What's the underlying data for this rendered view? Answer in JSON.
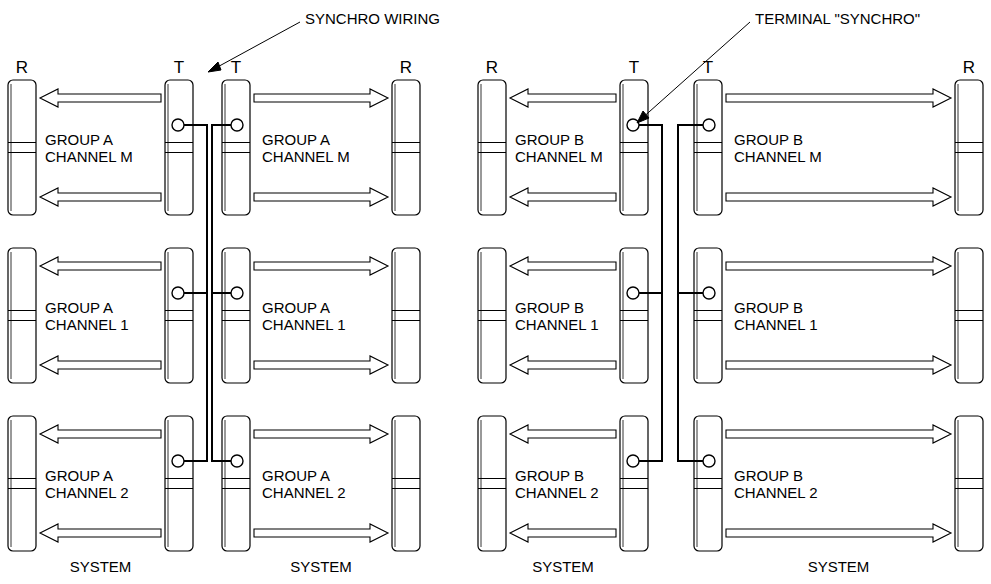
{
  "diagram": {
    "labels": [
      "SYNCHRO WIRING",
      "TERMINAL \"SYNCHRO\"",
      "R",
      "T",
      "T",
      "R",
      "R",
      "T",
      "T",
      "R",
      "GROUP A CHANNEL M",
      "GROUP A CHANNEL M",
      "GROUP B CHANNEL M",
      "GROUP B CHANNEL M",
      "GROUP A CHANNEL 1",
      "GROUP A CHANNEL 1",
      "GROUP B CHANNEL 1",
      "GROUP B CHANNEL 1",
      "GROUP A CHANNEL 2",
      "GROUP A CHANNEL 2",
      "GROUP B CHANNEL 2",
      "GROUP B CHANNEL 2",
      "SYSTEM",
      "SYSTEM",
      "SYSTEM",
      "SYSTEM"
    ]
  }
}
